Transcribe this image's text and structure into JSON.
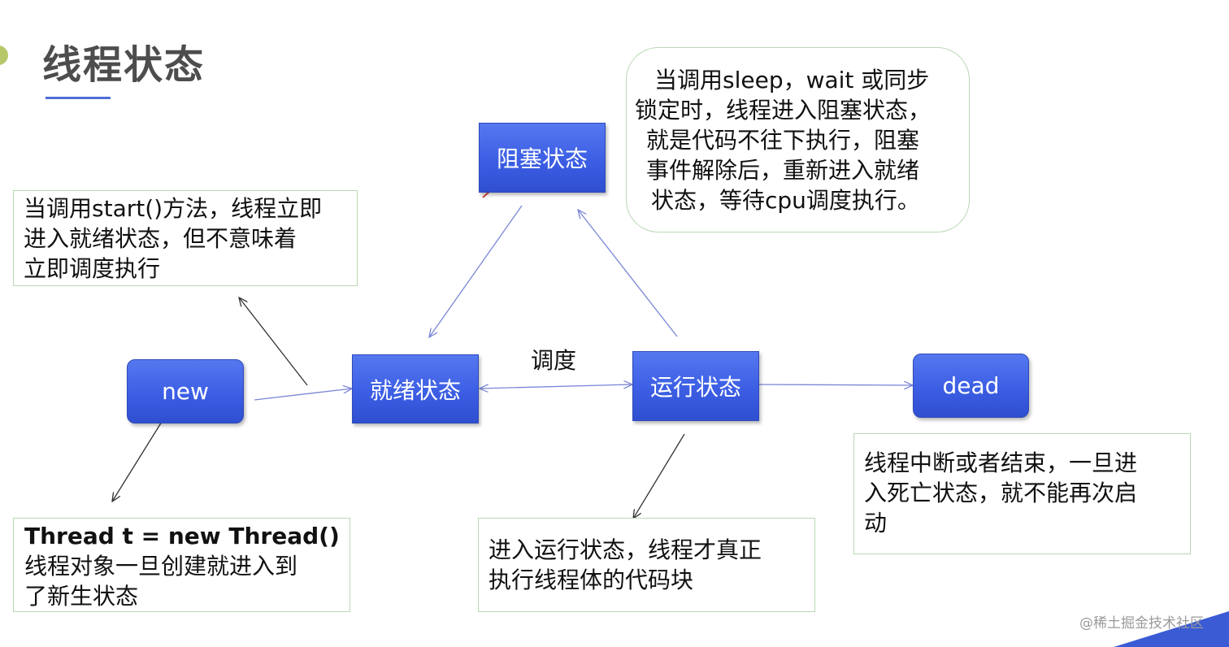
{
  "title": "线程状态",
  "states": {
    "new": "new",
    "ready": "就绪状态",
    "running": "运行状态",
    "blocked": "阻塞状态",
    "dead": "dead"
  },
  "edge_labels": {
    "schedule": "调度"
  },
  "notes": {
    "start": {
      "lines": [
        "当调用start()方法，线程立即",
        "进入就绪状态，但不意味着",
        "立即调度执行"
      ]
    },
    "new_thread": {
      "code": "Thread t = new Thread()",
      "lines": [
        "线程对象一旦创建就进入到",
        "了新生状态"
      ]
    },
    "blocked": {
      "lines": [
        "当调用sleep，wait 或同步",
        "锁定时，线程进入阻塞状态，",
        "就是代码不往下执行，阻塞",
        "事件解除后，重新进入就绪",
        "状态，等待cpu调度执行。"
      ]
    },
    "running": {
      "lines": [
        "进入运行状态，线程才真正",
        "执行线程体的代码块"
      ]
    },
    "dead": {
      "lines": [
        "线程中断或者结束，一旦进",
        "入死亡状态，就不能再次启",
        "动"
      ]
    }
  },
  "watermark": "@稀土掘金技术社区",
  "colors": {
    "state_fill": "#3c5ee4",
    "note_border": "#b9d8b4",
    "arrow_blue": "#7a86d6",
    "arrow_dark": "#333333",
    "title_text": "#4d4d4d"
  }
}
